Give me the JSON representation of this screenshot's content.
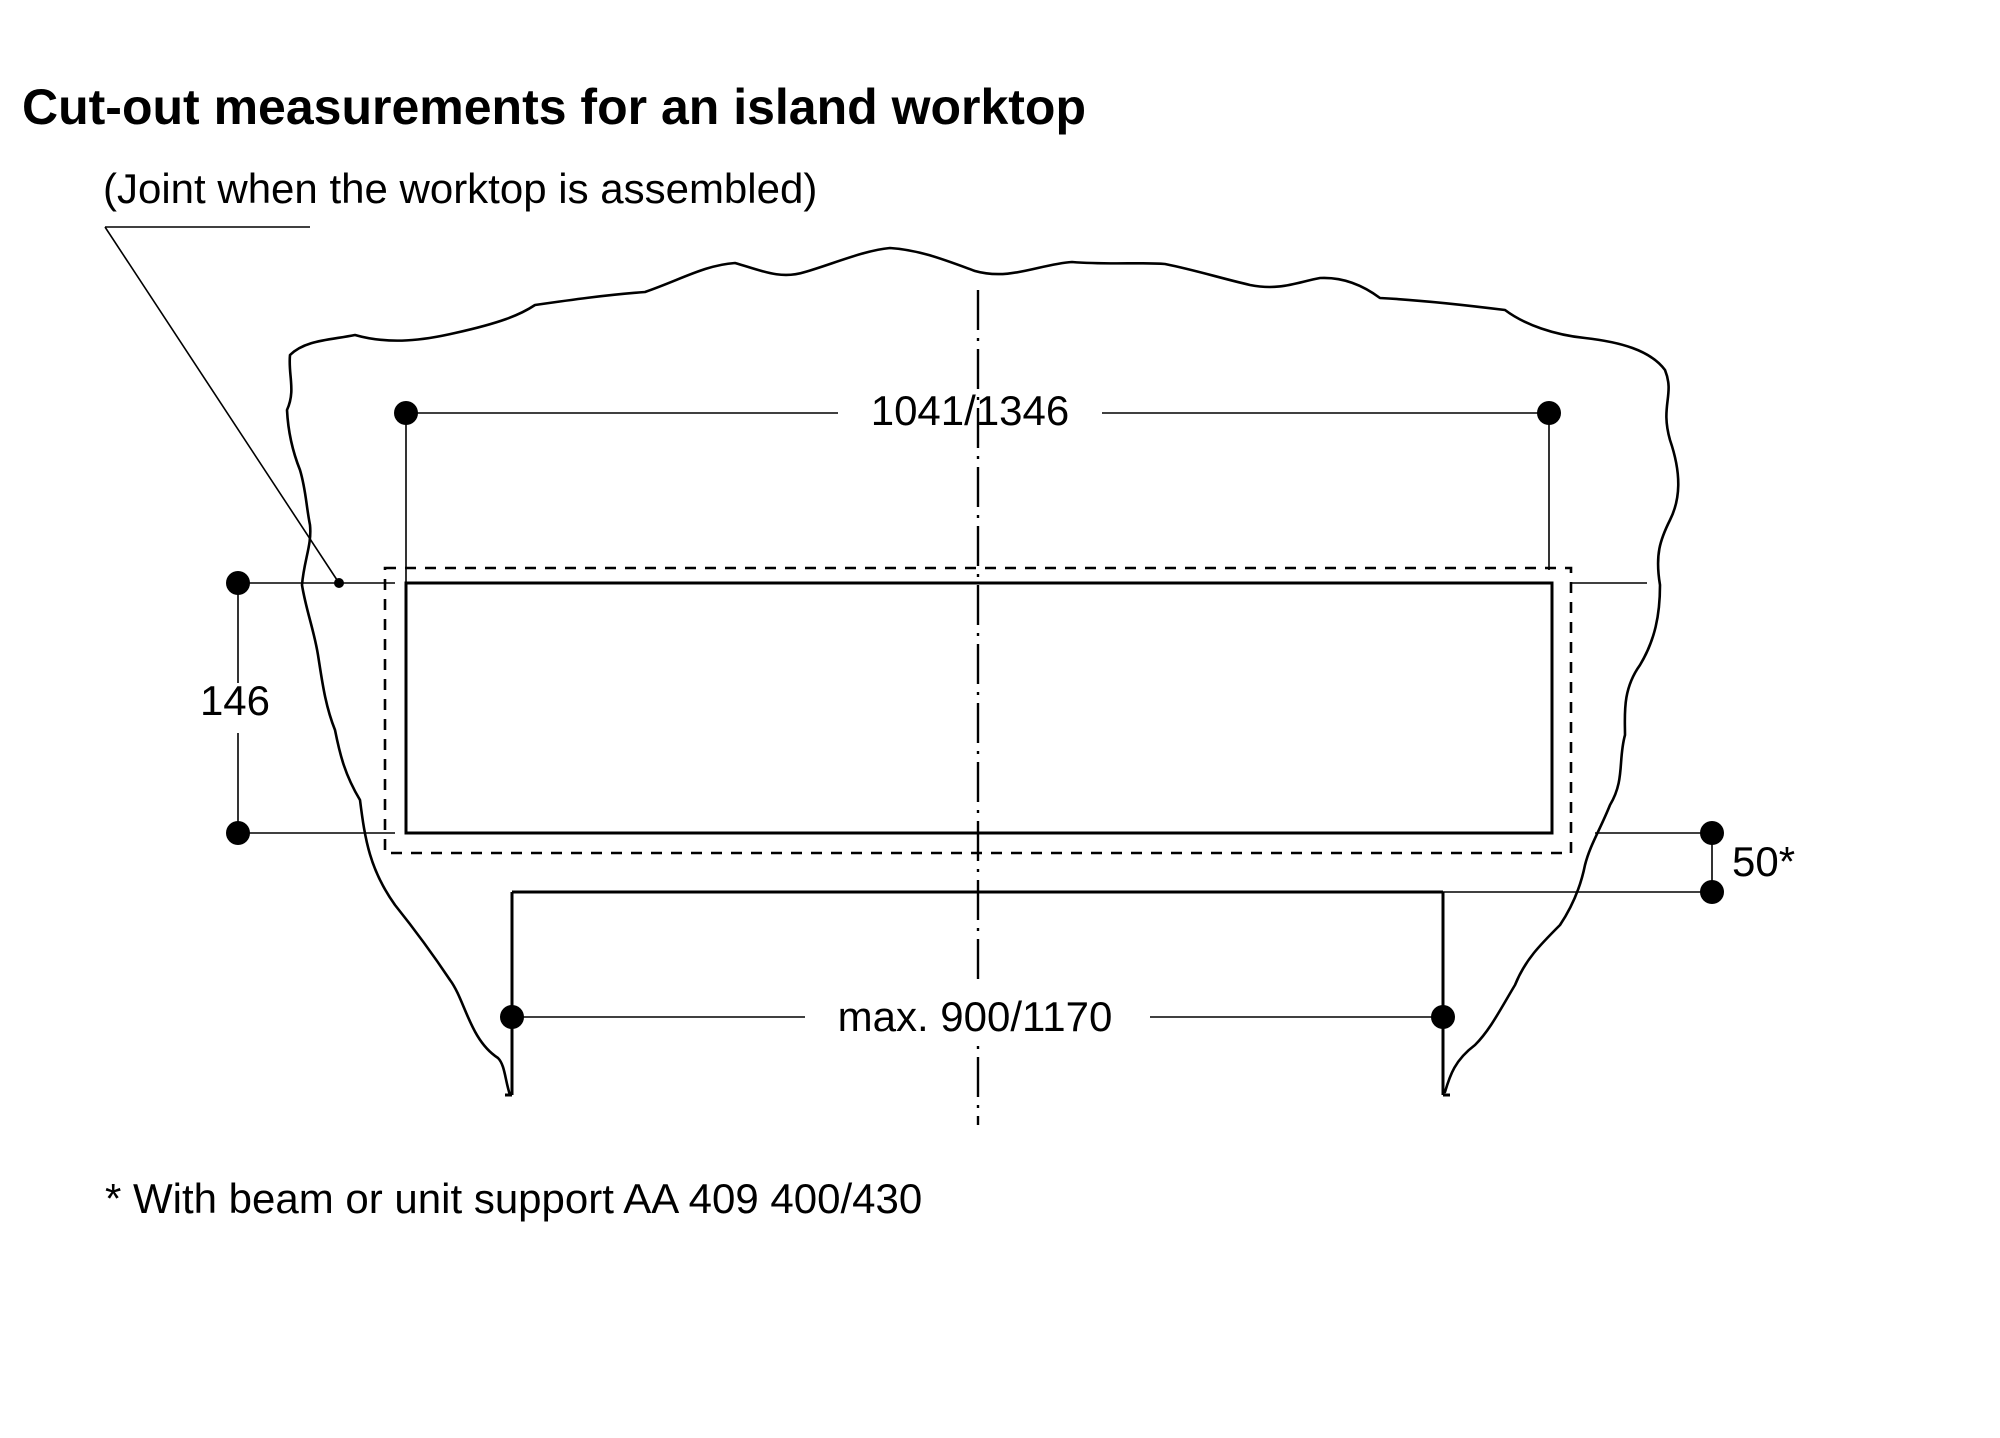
{
  "title": "Cut-out measurements for an island worktop",
  "joint_note": "(Joint when the worktop is assembled)",
  "dimensions": {
    "cutout_width": "1041/1346",
    "cutout_depth": "146",
    "beam_offset": "50*",
    "support_width": "max. 900/1170"
  },
  "footnote": "* With beam or unit support AA 409 400/430"
}
